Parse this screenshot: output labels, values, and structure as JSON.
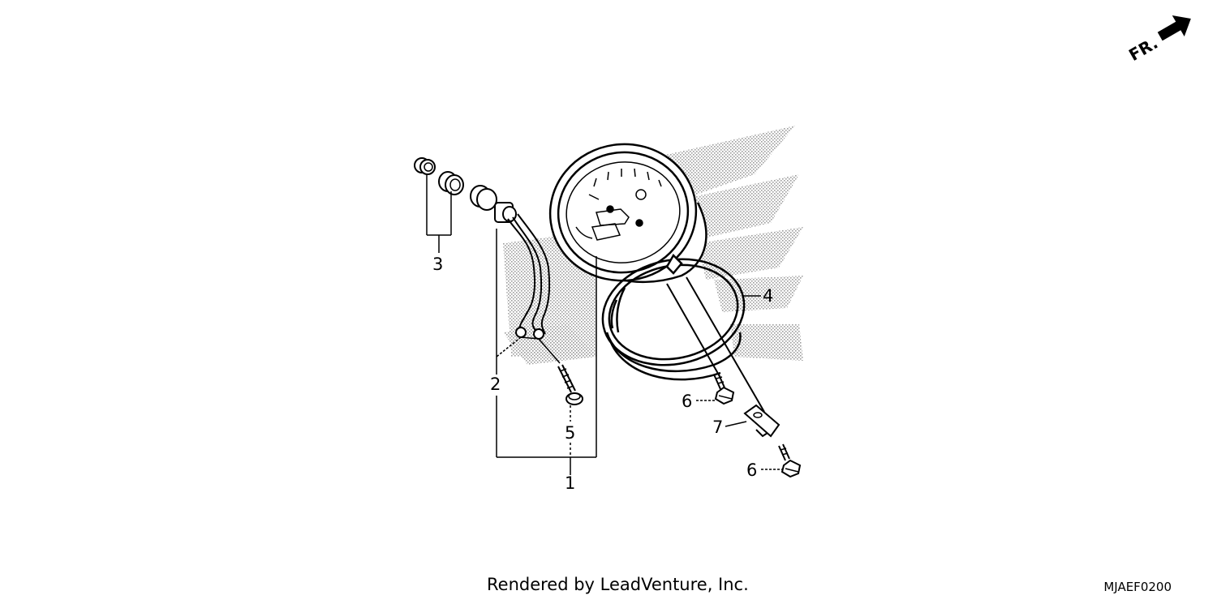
{
  "diagram": {
    "direction_label": "FR.",
    "callouts": [
      {
        "id": "1",
        "label": "1"
      },
      {
        "id": "2",
        "label": "2"
      },
      {
        "id": "3",
        "label": "3"
      },
      {
        "id": "4",
        "label": "4"
      },
      {
        "id": "5",
        "label": "5"
      },
      {
        "id": "6a",
        "label": "6"
      },
      {
        "id": "6b",
        "label": "6"
      },
      {
        "id": "7",
        "label": "7"
      }
    ]
  },
  "footer": {
    "credit": "Rendered by LeadVenture, Inc.",
    "code": "MJAEF0200"
  },
  "colors": {
    "ink": "#000000",
    "screen_tone": "#9a9a9a",
    "background": "#ffffff"
  }
}
